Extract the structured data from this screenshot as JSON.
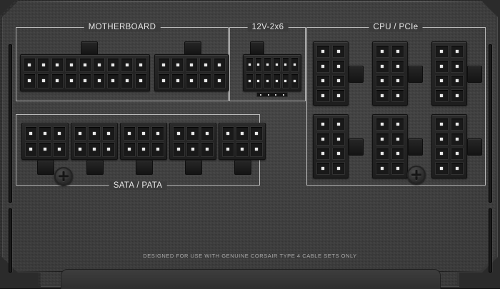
{
  "device": {
    "type": "psu-modular-connector-panel",
    "brand_note": "DESIGNED FOR USE WITH GENUINE CORSAIR TYPE 4 CABLE SETS ONLY",
    "panel_color": "#3a3a3a",
    "frame_line_color": "#b9b9b9",
    "label_text_color": "#e6e6e6",
    "pin_highlight_color": "#e8e8e8"
  },
  "sections": [
    {
      "id": "motherboard",
      "label": "MOTHERBOARD",
      "connector_count": 2,
      "connectors": [
        {
          "name": "atx-24pin-main-left",
          "cols": 9,
          "rows": 2,
          "pins": 18,
          "latch_tabs": 1
        },
        {
          "name": "atx-24pin-main-right",
          "cols": 5,
          "rows": 2,
          "pins": 10,
          "latch_tabs": 1
        }
      ]
    },
    {
      "id": "12v-2x6",
      "label": "12V-2x6",
      "connector_count": 1,
      "connectors": [
        {
          "name": "pcie-12v-2x6",
          "cols": 6,
          "rows": 2,
          "pins": 12,
          "sense_pins": 4,
          "latch_tabs": 1
        }
      ]
    },
    {
      "id": "cpu-pcie",
      "label": "CPU / PCIe",
      "connector_count": 6,
      "connectors": [
        {
          "name": "cpu-pcie-1",
          "cols": 2,
          "rows": 4,
          "pins": 8,
          "latch_tabs": 1
        },
        {
          "name": "cpu-pcie-2",
          "cols": 2,
          "rows": 4,
          "pins": 8,
          "latch_tabs": 1
        },
        {
          "name": "cpu-pcie-3",
          "cols": 2,
          "rows": 4,
          "pins": 8,
          "latch_tabs": 1
        },
        {
          "name": "cpu-pcie-4",
          "cols": 2,
          "rows": 4,
          "pins": 8,
          "latch_tabs": 1
        },
        {
          "name": "cpu-pcie-5",
          "cols": 2,
          "rows": 4,
          "pins": 8,
          "latch_tabs": 1
        },
        {
          "name": "cpu-pcie-6",
          "cols": 2,
          "rows": 4,
          "pins": 8,
          "latch_tabs": 1
        }
      ]
    },
    {
      "id": "sata-pata",
      "label": "SATA / PATA",
      "connector_count": 5,
      "connectors": [
        {
          "name": "sata-pata-1",
          "cols": 3,
          "rows": 2,
          "pins": 6,
          "latch_tabs": 1
        },
        {
          "name": "sata-pata-2",
          "cols": 3,
          "rows": 2,
          "pins": 6,
          "latch_tabs": 1
        },
        {
          "name": "sata-pata-3",
          "cols": 3,
          "rows": 2,
          "pins": 6,
          "latch_tabs": 1
        },
        {
          "name": "sata-pata-4",
          "cols": 3,
          "rows": 2,
          "pins": 6,
          "latch_tabs": 1
        },
        {
          "name": "sata-pata-5",
          "cols": 3,
          "rows": 2,
          "pins": 6,
          "latch_tabs": 1
        }
      ]
    }
  ],
  "screws": [
    {
      "name": "screw-sata-lower-left"
    },
    {
      "name": "screw-cpu-pcie-lower"
    }
  ],
  "labels": {
    "motherboard": "MOTHERBOARD",
    "v12_2x6": "12V-2x6",
    "cpu_pcie": "CPU / PCIe",
    "sata_pata": "SATA / PATA",
    "footer": "DESIGNED FOR USE WITH GENUINE CORSAIR TYPE 4 CABLE SETS ONLY"
  }
}
